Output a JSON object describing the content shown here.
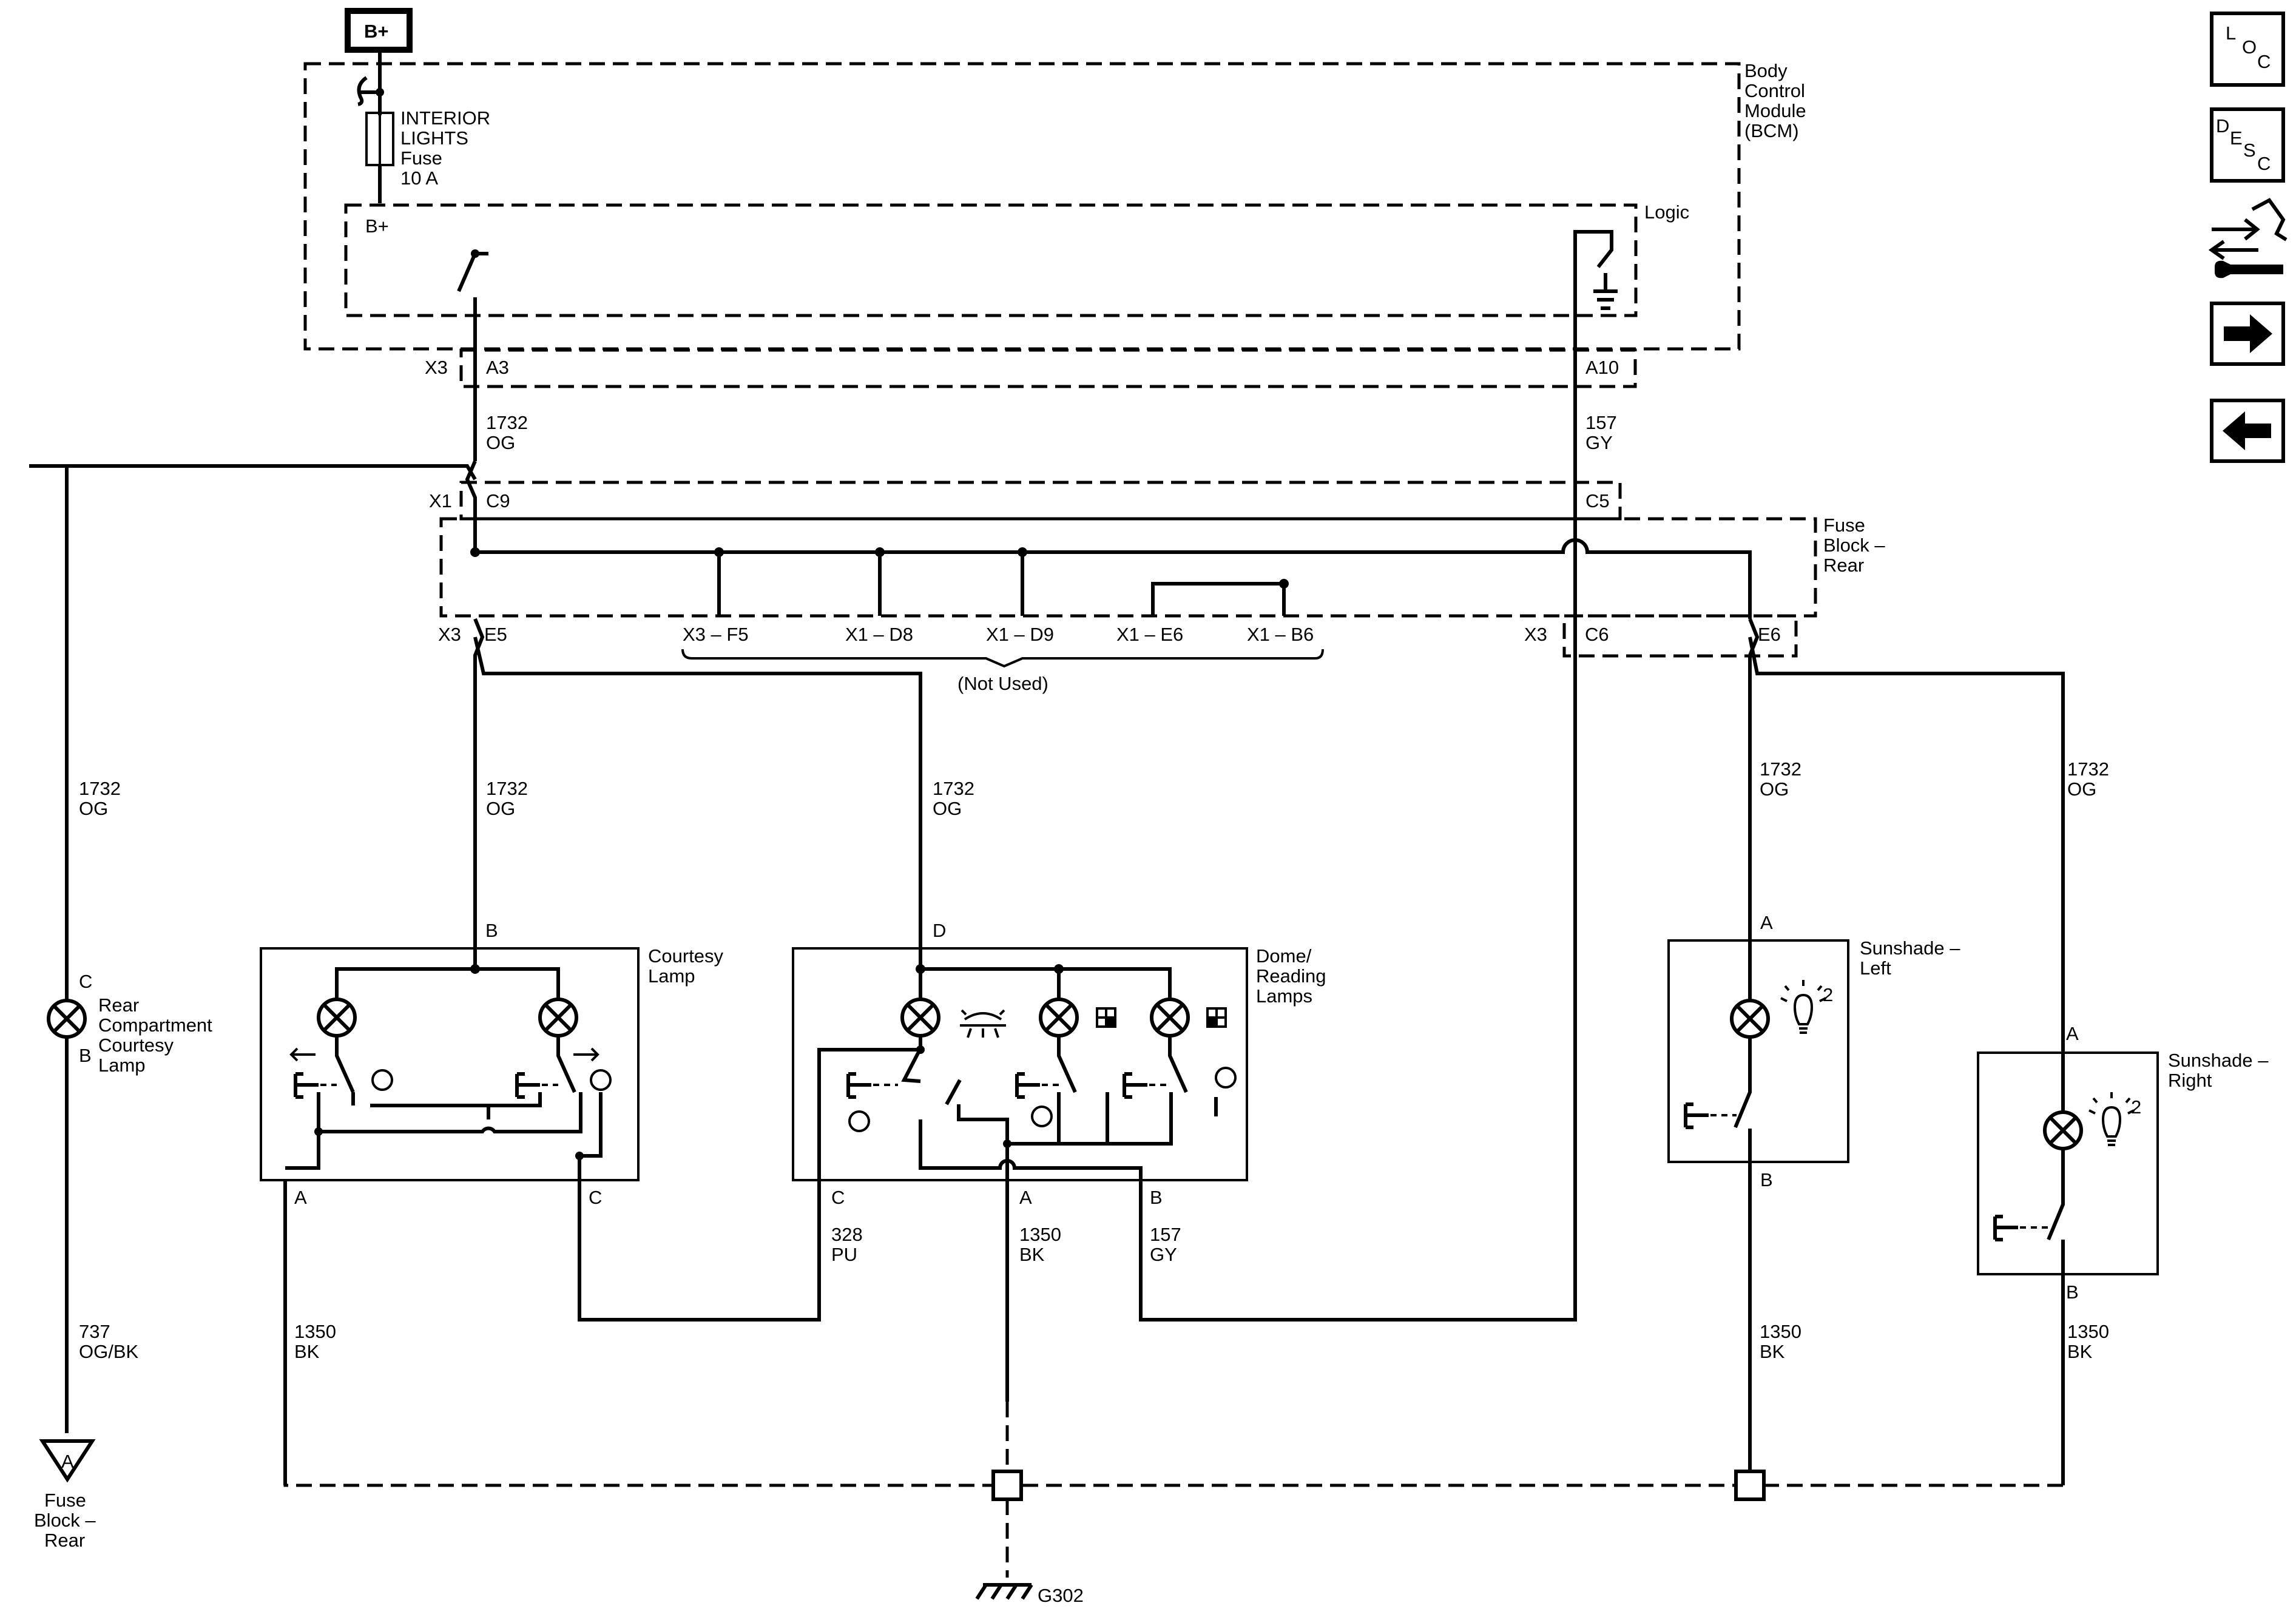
{
  "power": {
    "bplus": "B+",
    "bplus_small": "B+"
  },
  "fuse": {
    "line1": "INTERIOR",
    "line2": "LIGHTS",
    "line3": "Fuse",
    "line4": "10 A"
  },
  "bcm": {
    "line1": "Body",
    "line2": "Control",
    "line3": "Module",
    "line4": "(BCM)",
    "logic": "Logic"
  },
  "connectors": {
    "x3_top": "X3",
    "a3": "A3",
    "a10": "A10",
    "x1": "X1",
    "c9": "C9",
    "c5": "C5",
    "x3_left": "X3",
    "e5": "E5",
    "x3_f5": "X3 – F5",
    "x1_d8": "X1 – D8",
    "x1_d9": "X1 – D9",
    "x1_e6": "X1 – E6",
    "x1_b6": "X1 – B6",
    "not_used": "(Not Used)",
    "x3_right": "X3",
    "c6": "C6",
    "e6": "E6"
  },
  "fuse_block_rear": {
    "line1": "Fuse",
    "line2": "Block –",
    "line3": "Rear"
  },
  "wires": {
    "w1732_bcm": {
      "num": "1732",
      "color": "OG"
    },
    "w157_bcm": {
      "num": "157",
      "color": "GY"
    },
    "w1732_rear": {
      "num": "1732",
      "color": "OG"
    },
    "w1732_courtesy": {
      "num": "1732",
      "color": "OG"
    },
    "w1732_dome": {
      "num": "1732",
      "color": "OG"
    },
    "w1732_sun_left": {
      "num": "1732",
      "color": "OG"
    },
    "w1732_sun_right": {
      "num": "1732",
      "color": "OG"
    },
    "w737": {
      "num": "737",
      "color": "OG/BK"
    },
    "w1350_courtesy": {
      "num": "1350",
      "color": "BK"
    },
    "w328": {
      "num": "328",
      "color": "PU"
    },
    "w1350_dome": {
      "num": "1350",
      "color": "BK"
    },
    "w157_dome": {
      "num": "157",
      "color": "GY"
    },
    "w1350_sun_left": {
      "num": "1350",
      "color": "BK"
    },
    "w1350_sun_right": {
      "num": "1350",
      "color": "BK"
    }
  },
  "rear_lamp": {
    "pin_c": "C",
    "pin_b": "B",
    "line1": "Rear",
    "line2": "Compartment",
    "line3": "Courtesy",
    "line4": "Lamp"
  },
  "courtesy_lamp": {
    "pin_b": "B",
    "pin_a": "A",
    "pin_c": "C",
    "line1": "Courtesy",
    "line2": "Lamp"
  },
  "dome_lamps": {
    "pin_d": "D",
    "pin_c": "C",
    "pin_a": "A",
    "pin_b": "B",
    "line1": "Dome/",
    "line2": "Reading",
    "line3": "Lamps"
  },
  "sunshade_left": {
    "pin_a": "A",
    "pin_b": "B",
    "line1": "Sunshade –",
    "line2": "Left",
    "sup": "2"
  },
  "sunshade_right": {
    "pin_a": "A",
    "pin_b": "B",
    "line1": "Sunshade –",
    "line2": "Right",
    "sup": "2"
  },
  "fuse_block_ref": {
    "pin": "A",
    "line1": "Fuse",
    "line2": "Block –",
    "line3": "Rear"
  },
  "ground": {
    "label": "G302"
  },
  "nav": {
    "loc": {
      "l1": "L",
      "l2": "O",
      "l3": "C"
    },
    "desc": {
      "l1": "D",
      "l2": "E",
      "l3": "S",
      "l4": "C"
    },
    "icons": [
      "location-icon",
      "description-icon",
      "connector-tools-icon",
      "next-arrow-icon",
      "previous-arrow-icon"
    ]
  }
}
